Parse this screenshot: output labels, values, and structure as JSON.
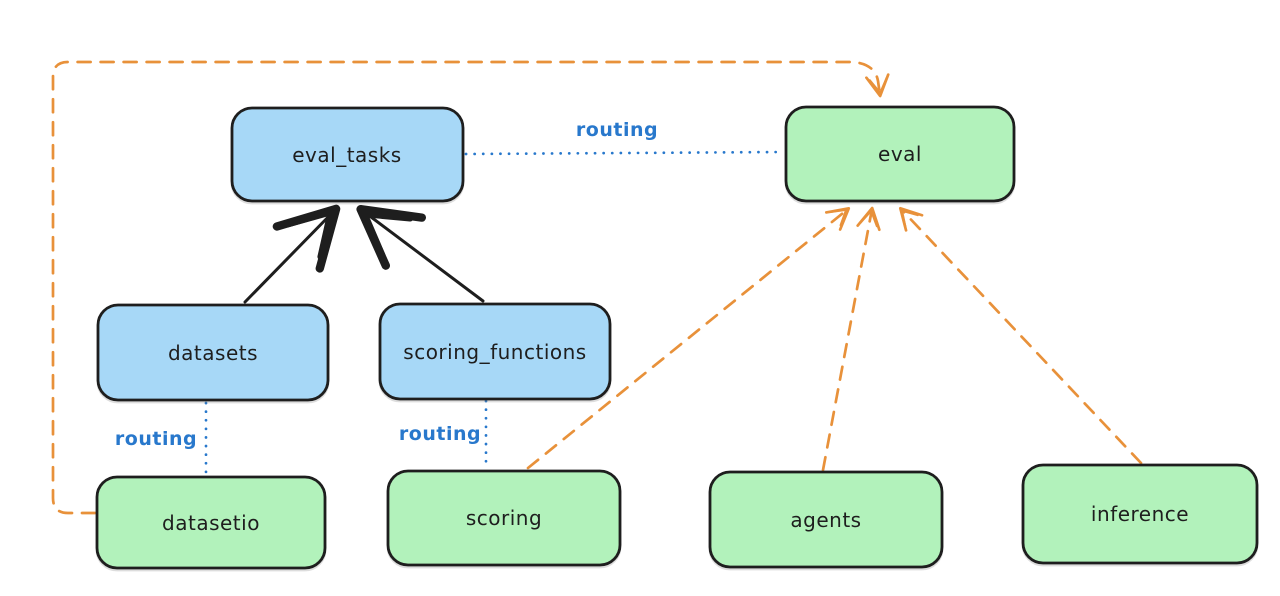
{
  "diagram": {
    "colors": {
      "blue_fill": "#a7d8f7",
      "green_fill": "#b2f2bb",
      "stroke": "#1e1e1e",
      "routing_blue": "#2878cc",
      "orange": "#e8913a"
    },
    "nodes": [
      {
        "id": "eval_tasks",
        "label": "eval_tasks",
        "color": "blue"
      },
      {
        "id": "eval",
        "label": "eval",
        "color": "green"
      },
      {
        "id": "datasets",
        "label": "datasets",
        "color": "blue"
      },
      {
        "id": "scoring_functions",
        "label": "scoring_functions",
        "color": "blue"
      },
      {
        "id": "datasetio",
        "label": "datasetio",
        "color": "green"
      },
      {
        "id": "scoring",
        "label": "scoring",
        "color": "green"
      },
      {
        "id": "agents",
        "label": "agents",
        "color": "green"
      },
      {
        "id": "inference",
        "label": "inference",
        "color": "green"
      }
    ],
    "edges": [
      {
        "from": "datasets",
        "to": "eval_tasks",
        "style": "solid-arrow",
        "color": "black"
      },
      {
        "from": "scoring_functions",
        "to": "eval_tasks",
        "style": "solid-arrow",
        "color": "black"
      },
      {
        "from": "eval_tasks",
        "to": "eval",
        "style": "dotted",
        "color": "blue",
        "label": "routing"
      },
      {
        "from": "datasets",
        "to": "datasetio",
        "style": "dotted",
        "color": "blue",
        "label": "routing"
      },
      {
        "from": "scoring_functions",
        "to": "scoring",
        "style": "dotted",
        "color": "blue",
        "label": "routing"
      },
      {
        "from": "datasetio",
        "to": "eval",
        "style": "dashed-arrow",
        "color": "orange"
      },
      {
        "from": "scoring",
        "to": "eval",
        "style": "dashed-arrow",
        "color": "orange"
      },
      {
        "from": "agents",
        "to": "eval",
        "style": "dashed-arrow",
        "color": "orange"
      },
      {
        "from": "inference",
        "to": "eval",
        "style": "dashed-arrow",
        "color": "orange"
      }
    ],
    "edge_labels": [
      {
        "text": "routing"
      },
      {
        "text": "routing"
      },
      {
        "text": "routing"
      }
    ]
  }
}
